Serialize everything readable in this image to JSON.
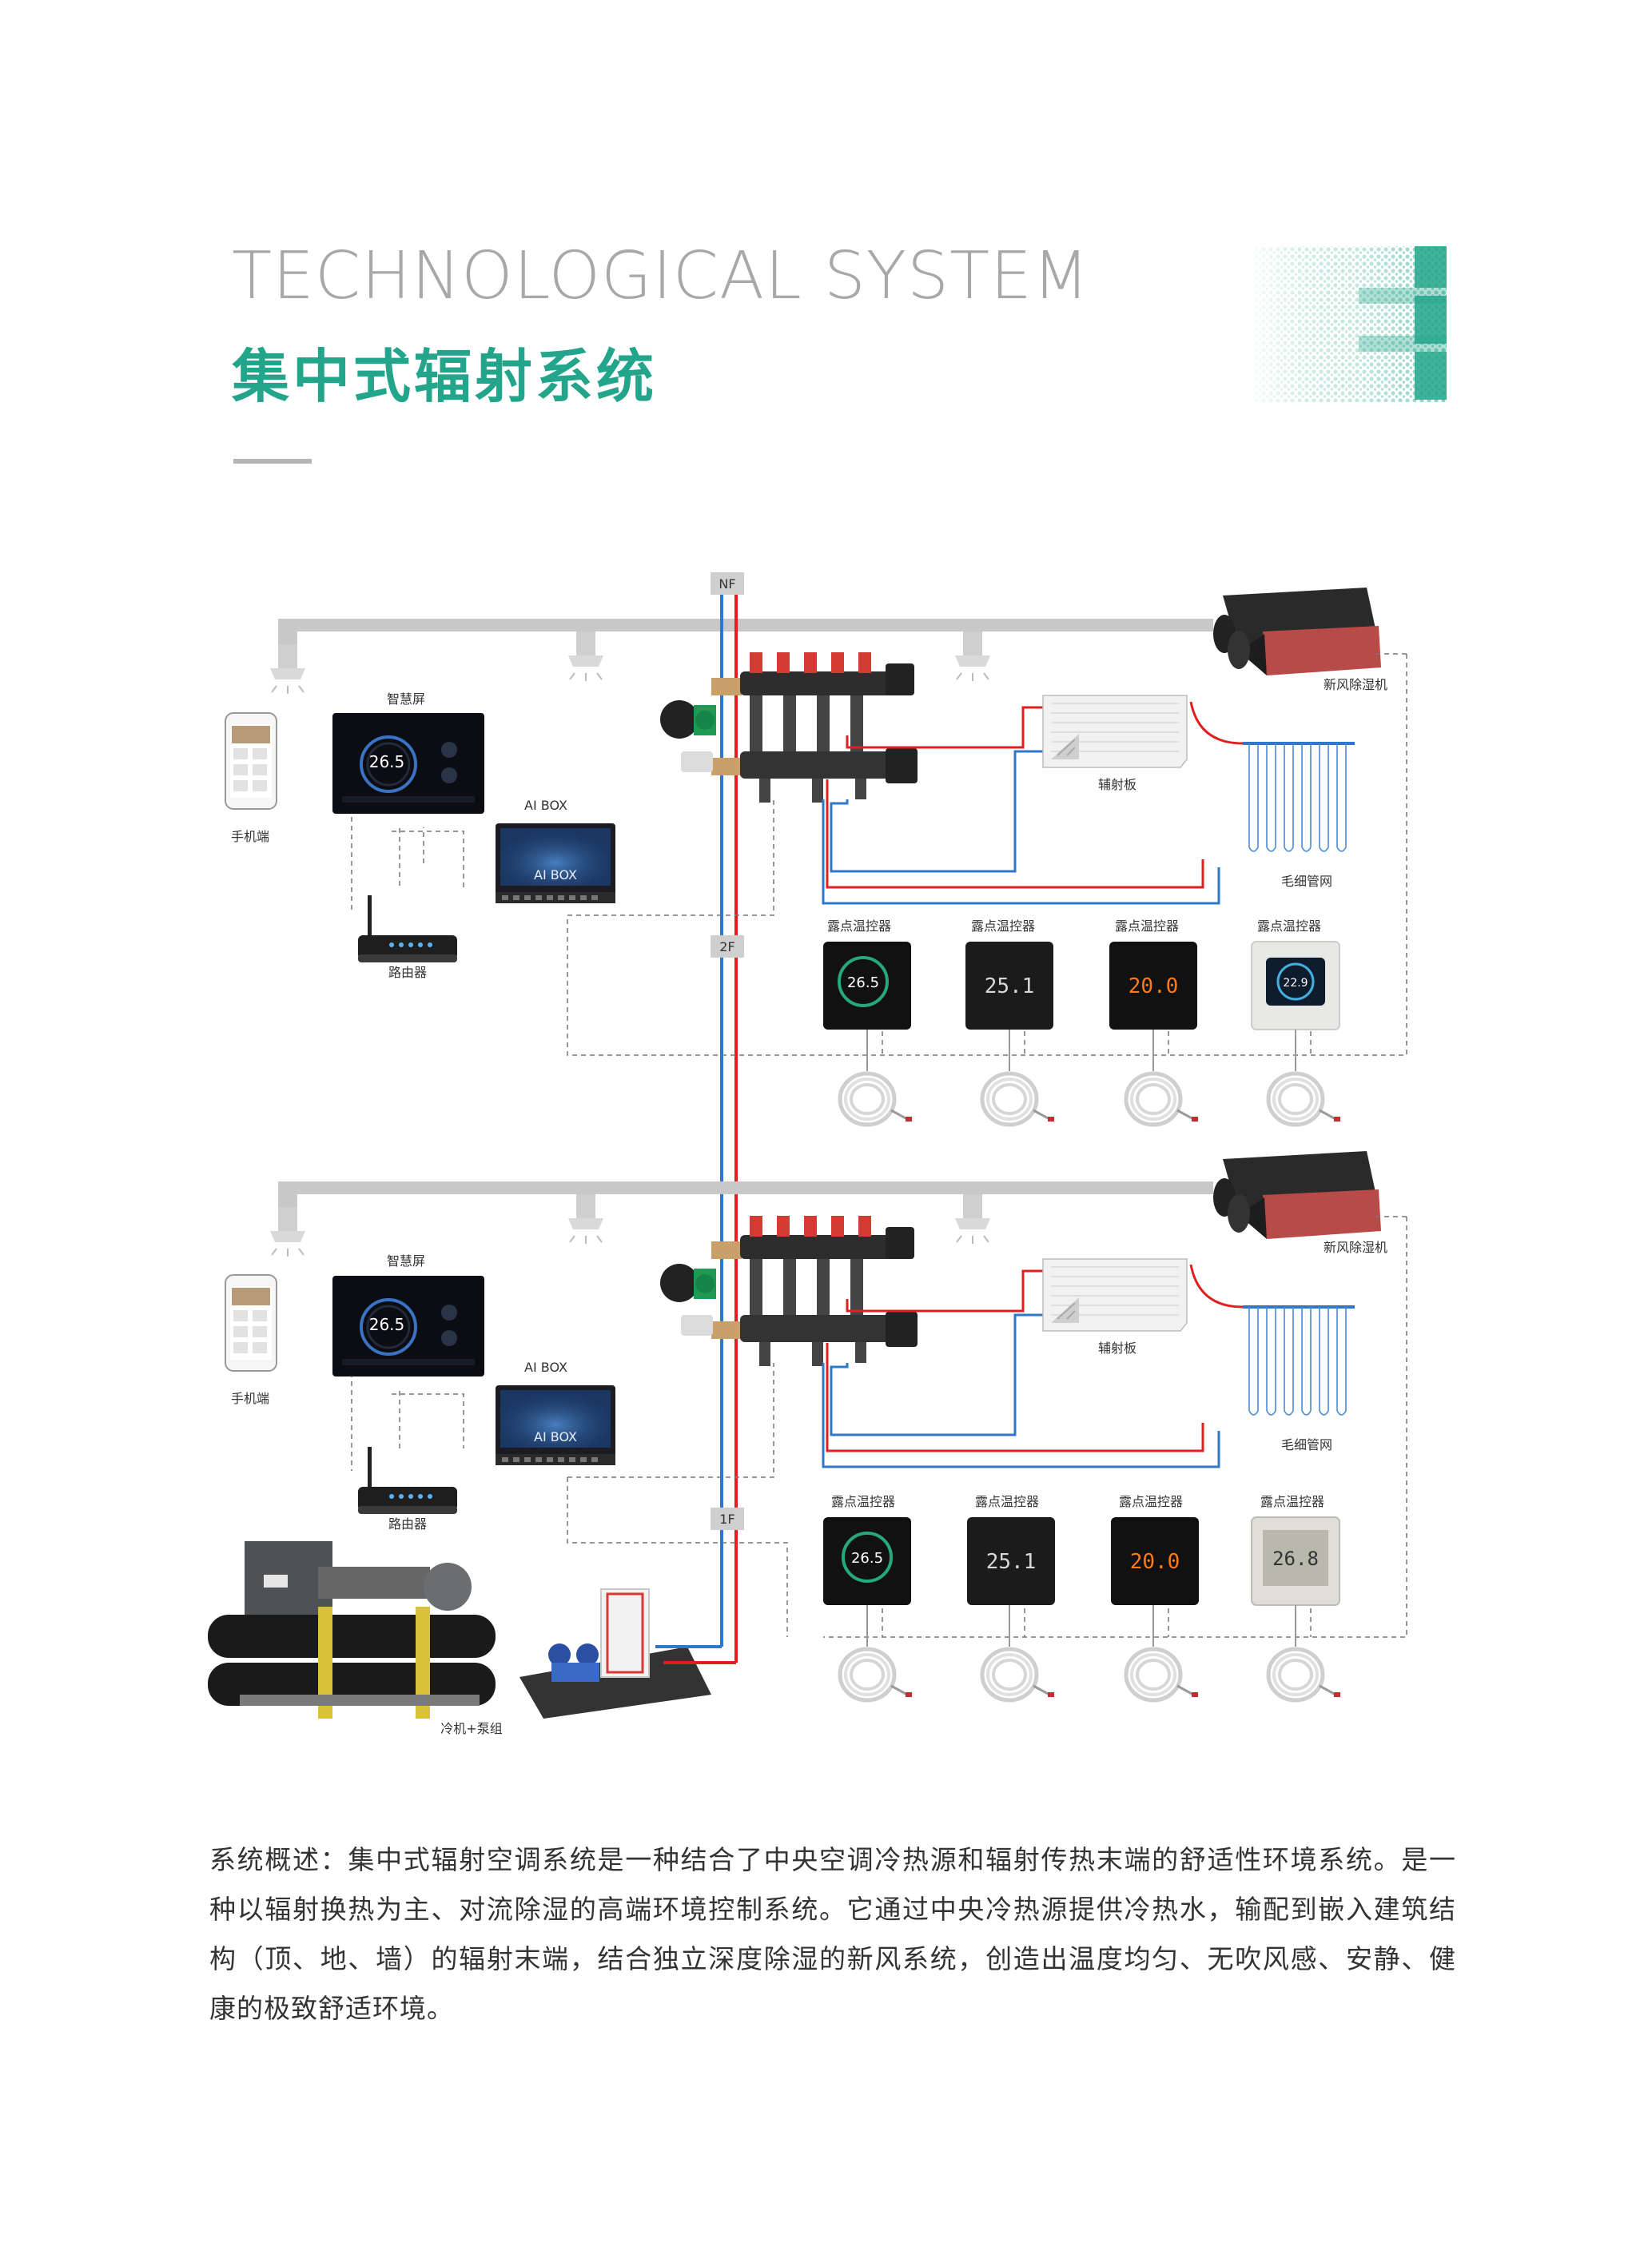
{
  "header": {
    "title_en": "TECHNOLOGICAL SYSTEM",
    "title_cn": "集中式辐射系统"
  },
  "colors": {
    "accent": "#22a58a",
    "supply_pipe": "#e02020",
    "return_pipe": "#2d78c8",
    "duct": "#c8c8c8"
  },
  "floors": {
    "nf": "NF",
    "f2": "2F",
    "f1": "1F"
  },
  "upper": {
    "smart_screen_label": "智慧屏",
    "screen_temp": "26.5",
    "phone_label": "手机端",
    "aibox_label": "AI BOX",
    "aibox_text": "AI BOX",
    "router_label": "路由器",
    "fresh_air_label": "新风除湿机",
    "radiant_panel_label": "辅射板",
    "capillary_label": "毛细管网",
    "thermostat_label": "露点温控器",
    "thermostat_readings": [
      "26.5",
      "25.1",
      "20.0",
      "22.9"
    ]
  },
  "lower": {
    "smart_screen_label": "智慧屏",
    "screen_temp": "26.5",
    "phone_label": "手机端",
    "aibox_label": "AI BOX",
    "aibox_text": "AI BOX",
    "router_label": "路由器",
    "fresh_air_label": "新风除湿机",
    "radiant_panel_label": "辅射板",
    "capillary_label": "毛细管网",
    "thermostat_label": "露点温控器",
    "thermostat_readings": [
      "26.5",
      "25.1",
      "20.0",
      "26.8"
    ],
    "chiller_label": "冷机+泵组"
  },
  "summary": "系统概述：集中式辐射空调系统是一种结合了中央空调冷热源和辐射传热末端的舒适性环境系统。是一种以辐射换热为主、对流除湿的高端环境控制系统。它通过中央冷热源提供冷热水，输配到嵌入建筑结构（顶、地、墙）的辐射末端，结合独立深度除湿的新风系统，创造出温度均匀、无吹风感、安静、健康的极致舒适环境。"
}
